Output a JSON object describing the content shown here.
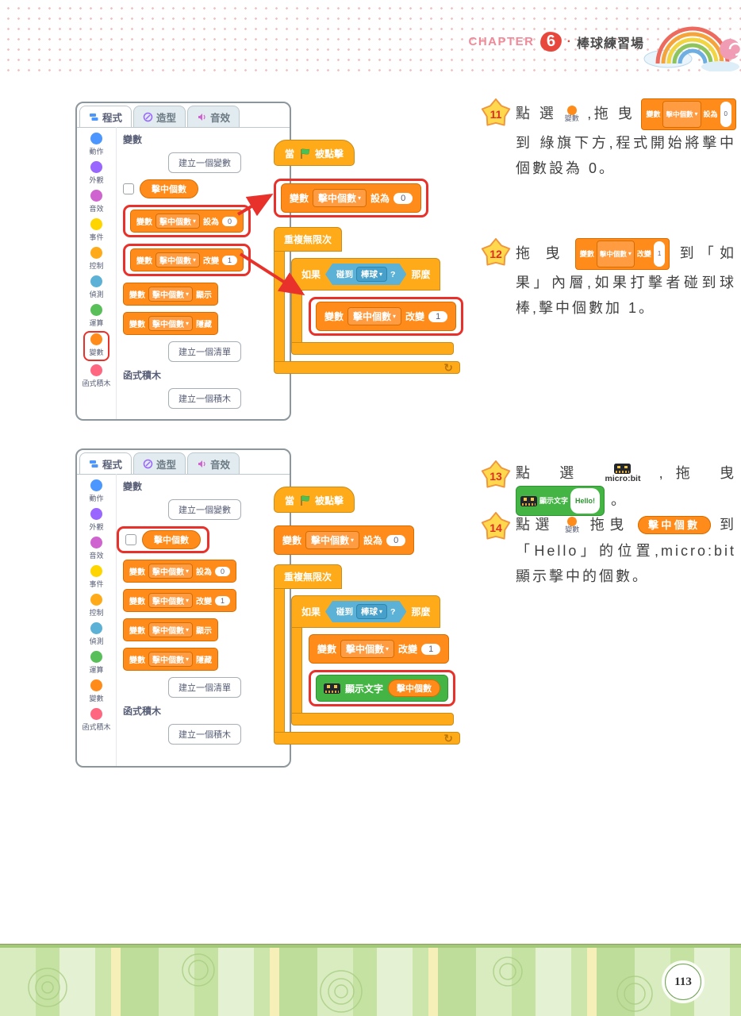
{
  "header": {
    "chapter_label": "CHAPTER",
    "chapter_number": "6",
    "separator": "·",
    "chapter_title": "棒球練習場"
  },
  "palette": {
    "tabs": {
      "code": "程式",
      "costumes": "造型",
      "sounds": "音效"
    },
    "categories": [
      {
        "label": "動作",
        "color": "#4C97FF"
      },
      {
        "label": "外觀",
        "color": "#9966FF"
      },
      {
        "label": "音效",
        "color": "#CF63CF"
      },
      {
        "label": "事件",
        "color": "#FFD500"
      },
      {
        "label": "控制",
        "color": "#FFAB19"
      },
      {
        "label": "偵測",
        "color": "#5CB1D6"
      },
      {
        "label": "運算",
        "color": "#59C059"
      },
      {
        "label": "變數",
        "color": "#FF8C1A"
      },
      {
        "label": "函式積木",
        "color": "#FF6680"
      }
    ],
    "variables_header": "變數",
    "make_variable": "建立一個變數",
    "make_list": "建立一個清單",
    "myblocks_header": "函式積木",
    "make_block": "建立一個積木"
  },
  "blocks": {
    "var_prefix": "變數",
    "var_name": "擊中個數",
    "set_label": "設為",
    "set_value": "0",
    "change_label": "改變",
    "change_value": "1",
    "show_label": "顯示",
    "hide_label": "隱藏"
  },
  "script": {
    "when_prefix": "當",
    "when_suffix": "被點擊",
    "forever_label": "重複無限次",
    "if_label": "如果",
    "then_label": "那麼",
    "touching_label": "碰到",
    "touching_target": "棒球",
    "question_mark": "?",
    "show_text_label": "顯示文字"
  },
  "microbit": {
    "name": "micro:bit",
    "hello": "Hello!"
  },
  "steps": {
    "s11": {
      "num": "11",
      "t1": "點 選",
      "t2": ",拖 曳",
      "t3": "到 綠旗下方,程式開始將擊中個數設為 0。"
    },
    "s12": {
      "num": "12",
      "t1": "拖 曳",
      "t2": "到「如果」內層,如果打擊者碰到球棒,擊中個數加 1。"
    },
    "s13": {
      "num": "13",
      "t1": "點 選",
      "t2": ",拖 曳",
      "t3": "。"
    },
    "s14": {
      "num": "14",
      "t1": "點選",
      "t2": "拖曳",
      "t3": "到「Hello」的位置,micro:bit 顯示擊中的個數。"
    }
  },
  "footer": {
    "page_number": "113"
  },
  "colors": {
    "highlight_red": "#E8312A",
    "variables_orange": "#FF8C1A",
    "control_orange": "#FFAB19",
    "sensing_blue": "#5CB1D6",
    "microbit_green": "#44B544"
  }
}
